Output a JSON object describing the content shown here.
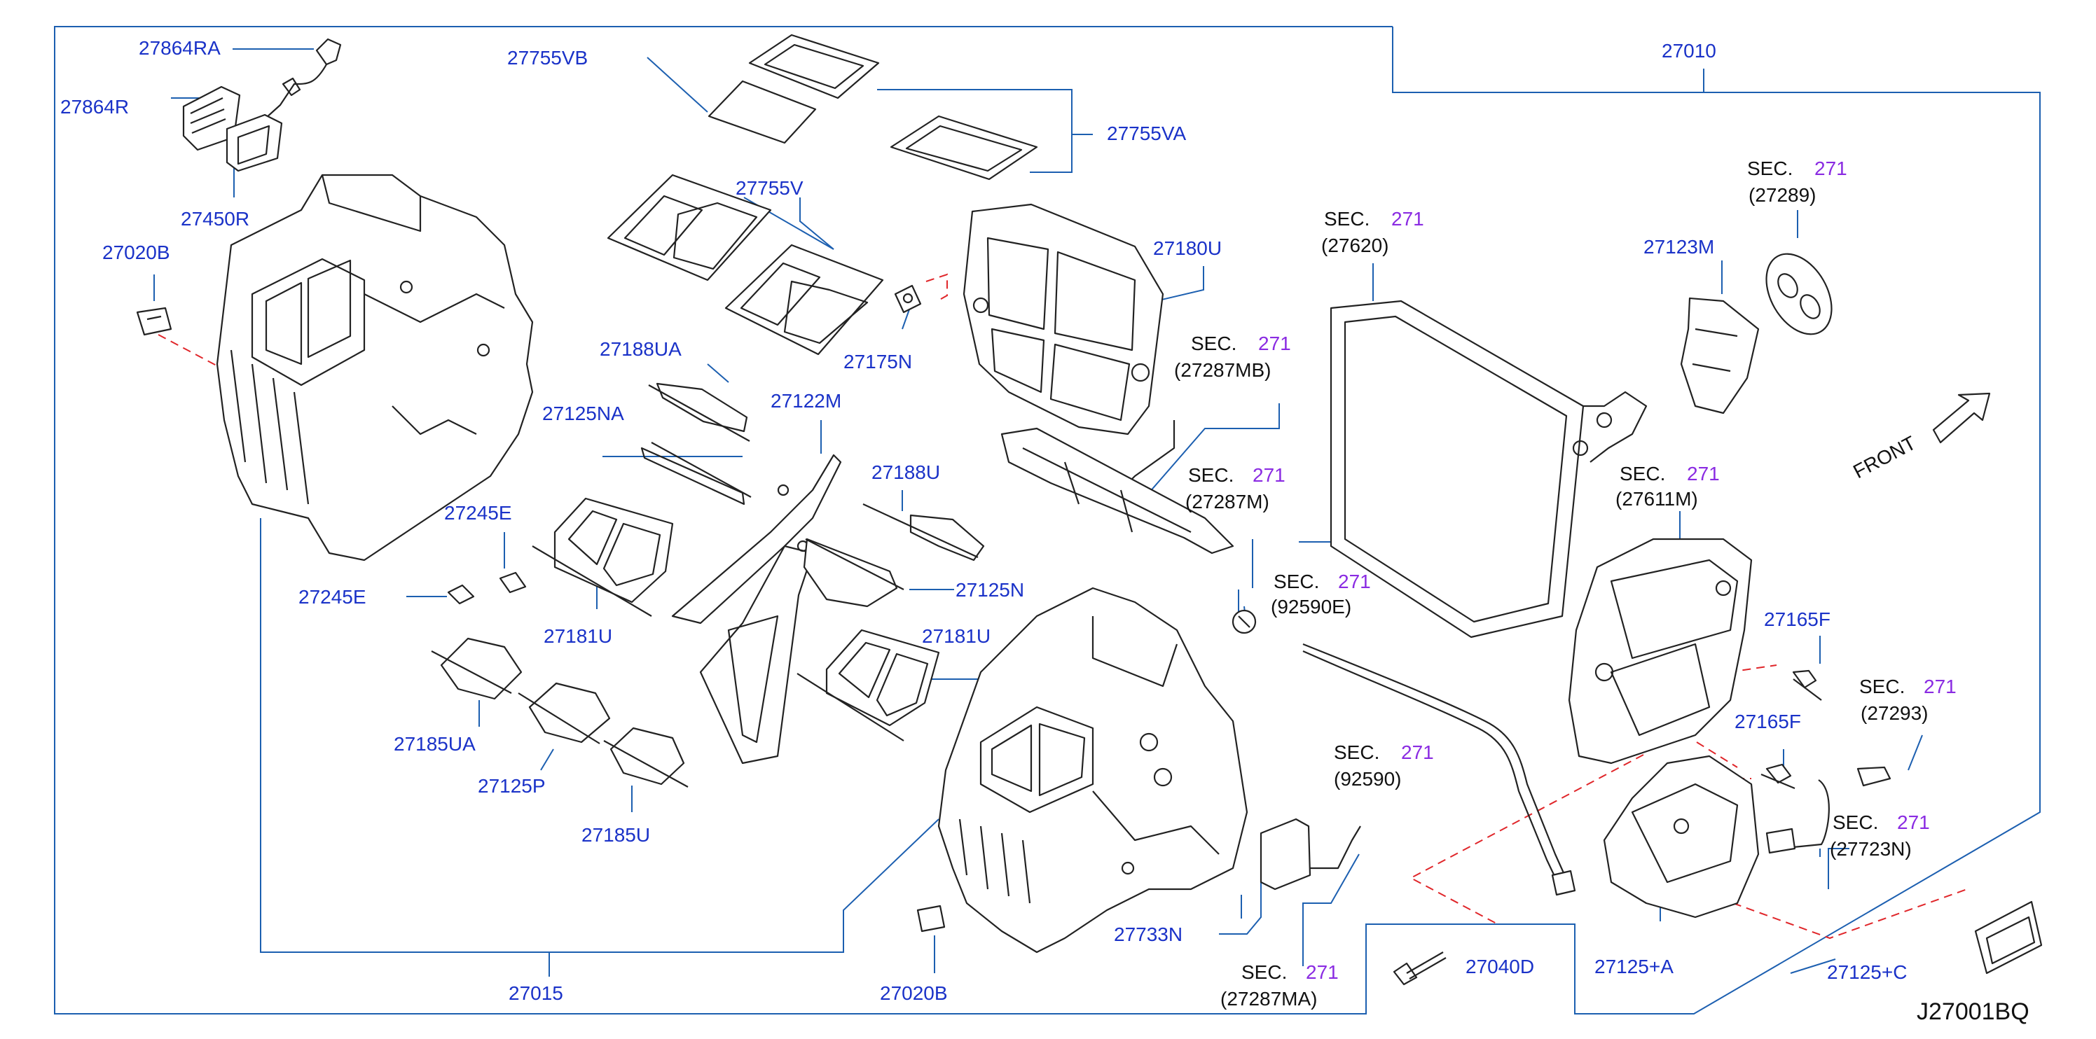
{
  "diagram_code": "J27001BQ",
  "front_label": "FRONT",
  "sec_word": "SEC.",
  "sec_num": "271",
  "parts": [
    {
      "id": "p27864RA",
      "label": "27864RA"
    },
    {
      "id": "p27864R",
      "label": "27864R"
    },
    {
      "id": "p27450R",
      "label": "27450R"
    },
    {
      "id": "p27020B_top",
      "label": "27020B"
    },
    {
      "id": "p27755VB",
      "label": "27755VB"
    },
    {
      "id": "p27755VA",
      "label": "27755VA"
    },
    {
      "id": "p27755V",
      "label": "27755V"
    },
    {
      "id": "p27175N",
      "label": "27175N"
    },
    {
      "id": "p27180U",
      "label": "27180U"
    },
    {
      "id": "p27188UA",
      "label": "27188UA"
    },
    {
      "id": "p27125NA",
      "label": "27125NA"
    },
    {
      "id": "p27122M",
      "label": "27122M"
    },
    {
      "id": "p27188U",
      "label": "27188U"
    },
    {
      "id": "p27245E_a",
      "label": "27245E"
    },
    {
      "id": "p27245E_b",
      "label": "27245E"
    },
    {
      "id": "p27181U_a",
      "label": "27181U"
    },
    {
      "id": "p27125N",
      "label": "27125N"
    },
    {
      "id": "p27181U_b",
      "label": "27181U"
    },
    {
      "id": "p27185UA",
      "label": "27185UA"
    },
    {
      "id": "p27125P",
      "label": "27125P"
    },
    {
      "id": "p27185U",
      "label": "27185U"
    },
    {
      "id": "p27015",
      "label": "27015"
    },
    {
      "id": "p27020B_bot",
      "label": "27020B"
    },
    {
      "id": "p27733N",
      "label": "27733N"
    },
    {
      "id": "p27010",
      "label": "27010"
    },
    {
      "id": "p27123M",
      "label": "27123M"
    },
    {
      "id": "p27165F_a",
      "label": "27165F"
    },
    {
      "id": "p27165F_b",
      "label": "27165F"
    },
    {
      "id": "p27040D",
      "label": "27040D"
    },
    {
      "id": "p27125A",
      "label": "27125+A"
    },
    {
      "id": "p27125C",
      "label": "27125+C"
    }
  ],
  "sections": [
    {
      "id": "s27620",
      "ref": "(27620)"
    },
    {
      "id": "s27289",
      "ref": "(27289)"
    },
    {
      "id": "s27287MB",
      "ref": "(27287MB)"
    },
    {
      "id": "s27287M",
      "ref": "(27287M)"
    },
    {
      "id": "s27611M",
      "ref": "(27611M)"
    },
    {
      "id": "s92590E",
      "ref": "(92590E)"
    },
    {
      "id": "s92590",
      "ref": "(92590)"
    },
    {
      "id": "s27293",
      "ref": "(27293)"
    },
    {
      "id": "s27723N",
      "ref": "(27723N)"
    },
    {
      "id": "s27287MA",
      "ref": "(27287MA)"
    }
  ]
}
